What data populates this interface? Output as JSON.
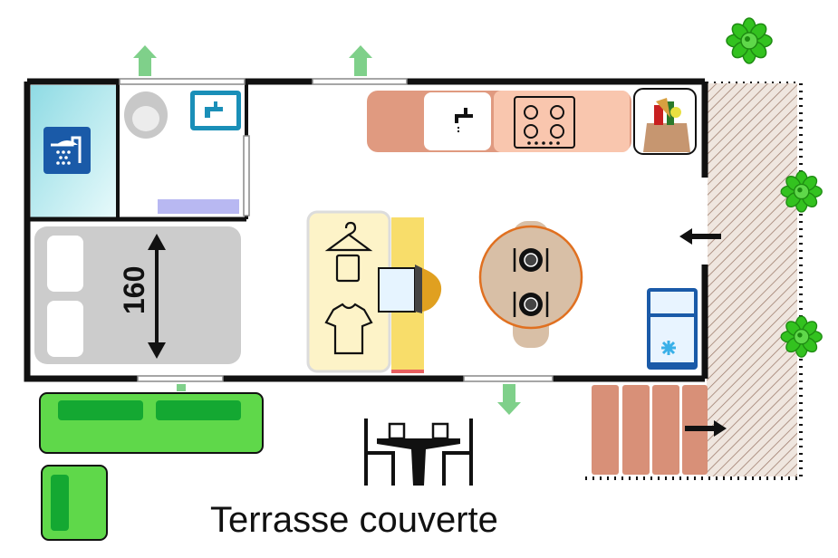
{
  "plan": {
    "bed_size_label": "160",
    "terrace_label": "Terrasse couverte"
  },
  "rooms": [
    {
      "name": "shower",
      "icon": "shower-icon",
      "color": "#a8e4ec"
    },
    {
      "name": "bathroom",
      "icon": "toilet-icon"
    },
    {
      "name": "bedroom",
      "icon": "double-bed-icon"
    },
    {
      "name": "living-kitchen",
      "icon": "kitchen-icon"
    }
  ],
  "colors": {
    "wall": "#111111",
    "kitchen_counter": "#e09a80",
    "wardrobe": "#fdf3c8",
    "desk": "#f8dd6a",
    "table": "#d8bfa6",
    "sofa": "#5fd84a",
    "deck": "#d89078",
    "plant": "#33c21f",
    "arrow_green": "#7fd08a"
  },
  "icons": [
    "shower-icon",
    "toilet-icon",
    "washbasin-icon",
    "sink-icon",
    "stove-icon",
    "groceries-icon",
    "fridge-icon",
    "hanger-icon",
    "tshirt-icon",
    "laptop-icon",
    "plate-icon",
    "dining-set-icon",
    "plant-icon",
    "arrow-icon"
  ]
}
